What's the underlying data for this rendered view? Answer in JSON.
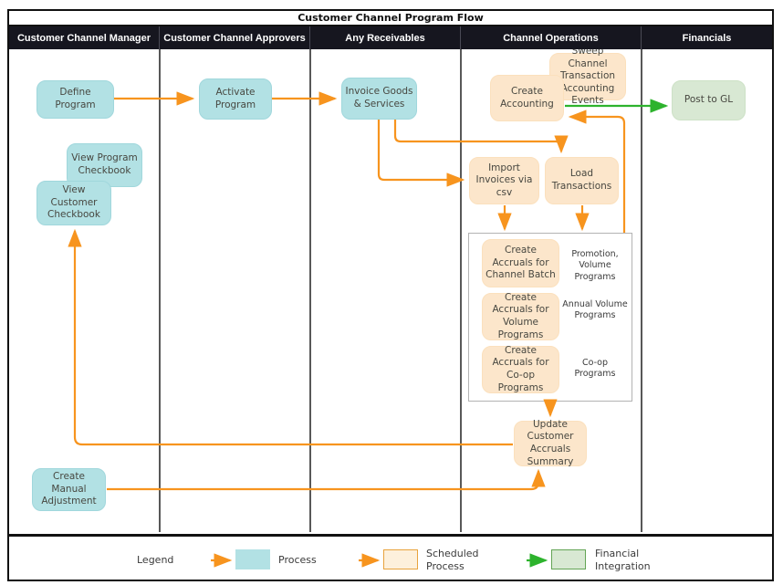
{
  "title": "Customer Channel Program Flow",
  "lanes": [
    {
      "label": "Customer Channel Manager"
    },
    {
      "label": "Customer Channel Approvers"
    },
    {
      "label": "Any Receivables"
    },
    {
      "label": "Channel Operations"
    },
    {
      "label": "Financials"
    }
  ],
  "nodes": {
    "define_program": {
      "label": "Define Program",
      "type": "process"
    },
    "activate_program": {
      "label": "Activate Program",
      "type": "process"
    },
    "invoice_goods": {
      "label": "Invoice Goods & Services",
      "type": "process"
    },
    "sweep_channel": {
      "label": "Sweep Channel Transaction Accounting Events",
      "type": "scheduled"
    },
    "create_accounting": {
      "label": "Create Accounting",
      "type": "scheduled"
    },
    "post_to_gl": {
      "label": "Post to GL",
      "type": "financial"
    },
    "view_program_checkbook": {
      "label": "View Program Checkbook",
      "type": "process"
    },
    "view_customer_checkbook": {
      "label": "View Customer Checkbook",
      "type": "process"
    },
    "import_invoices": {
      "label": "Import Invoices via csv",
      "type": "scheduled"
    },
    "load_transactions": {
      "label": "Load Transactions",
      "type": "scheduled"
    },
    "accruals_channel_batch": {
      "label": "Create Accruals for Channel Batch",
      "note": "Promotion, Volume Programs",
      "type": "scheduled"
    },
    "accruals_volume": {
      "label": "Create Accruals for Volume Programs",
      "note": "Annual Volume Programs",
      "type": "scheduled"
    },
    "accruals_coop": {
      "label": "Create Accruals for Co-op Programs",
      "note": "Co-op Programs",
      "type": "scheduled"
    },
    "update_summary": {
      "label": "Update Customer Accruals Summary",
      "type": "scheduled"
    },
    "create_manual_adjustment": {
      "label": "Create Manual Adjustment",
      "type": "process"
    }
  },
  "legend": {
    "title": "Legend",
    "items": [
      {
        "label": "Process",
        "color": "#b2e1e4"
      },
      {
        "label": "Scheduled Process",
        "color": "#fce6cb"
      },
      {
        "label": "Financial Integration",
        "color": "#d8e8d3"
      }
    ]
  },
  "colors": {
    "process_fill": "#b2e1e4",
    "scheduled_fill": "#fce6cb",
    "financial_fill": "#d8e8d3",
    "arrow_orange": "#f7941e",
    "arrow_green": "#2db32d",
    "header_bg": "#16161f",
    "group_border": "#b3b3b3"
  }
}
